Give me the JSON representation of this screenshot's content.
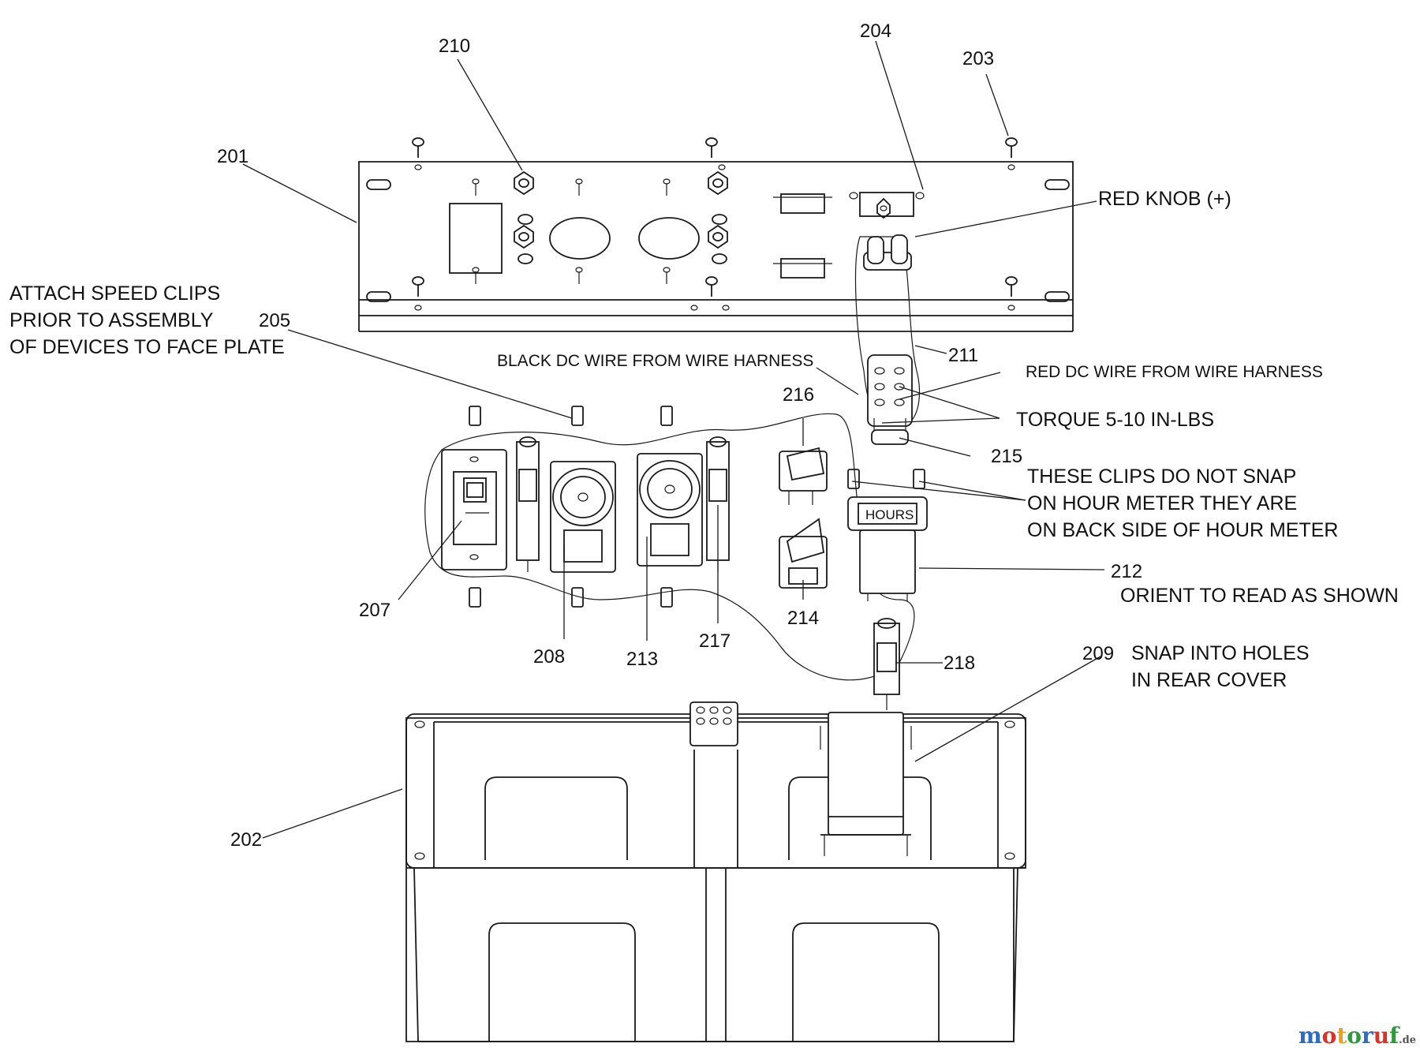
{
  "part_labels": {
    "p201": "201",
    "p202": "202",
    "p203": "203",
    "p204": "204",
    "p205": "205",
    "p207": "207",
    "p208": "208",
    "p209": "209",
    "p210": "210",
    "p211": "211",
    "p212": "212",
    "p213": "213",
    "p214": "214",
    "p215": "215",
    "p216": "216",
    "p217": "217",
    "p218": "218"
  },
  "notes": {
    "red_knob": "RED KNOB (+)",
    "speed_clips_1": "ATTACH SPEED CLIPS",
    "speed_clips_2": "PRIOR TO ASSEMBLY",
    "speed_clips_3": "OF DEVICES TO FACE PLATE",
    "black_dc": "BLACK DC WIRE FROM WIRE HARNESS",
    "red_dc": "RED DC WIRE FROM WIRE HARNESS",
    "torque": "TORQUE 5-10 IN-LBS",
    "clips_1": "THESE CLIPS DO NOT SNAP",
    "clips_2": "ON HOUR METER THEY ARE",
    "clips_3": "ON BACK SIDE OF HOUR METER",
    "orient": "ORIENT TO READ AS SHOWN",
    "snap_1": "SNAP INTO HOLES",
    "snap_2": "IN REAR COVER",
    "hours": "HOURS"
  },
  "watermark": {
    "letters": [
      "m",
      "o",
      "t",
      "o",
      "r",
      "u",
      "f"
    ],
    "colors": [
      "#2a6cc4",
      "#d8322a",
      "#e8a21c",
      "#2f9a3a",
      "#2a6cc4",
      "#d8322a",
      "#2f9a3a"
    ],
    "suffix": ".de"
  }
}
